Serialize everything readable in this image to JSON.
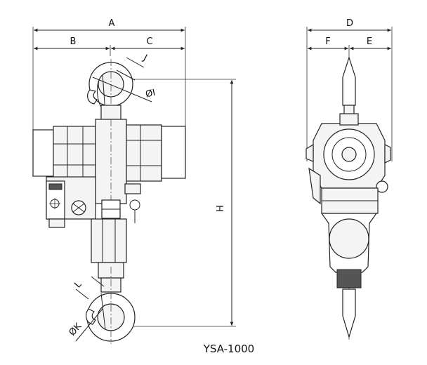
{
  "diagram": {
    "dimensions": {
      "A": "A",
      "B": "B",
      "C": "C",
      "D": "D",
      "E": "E",
      "F": "F",
      "H": "H",
      "I": "ØI",
      "J": "J",
      "K": "ØK",
      "L": "L"
    },
    "model": "YSA-1000"
  }
}
